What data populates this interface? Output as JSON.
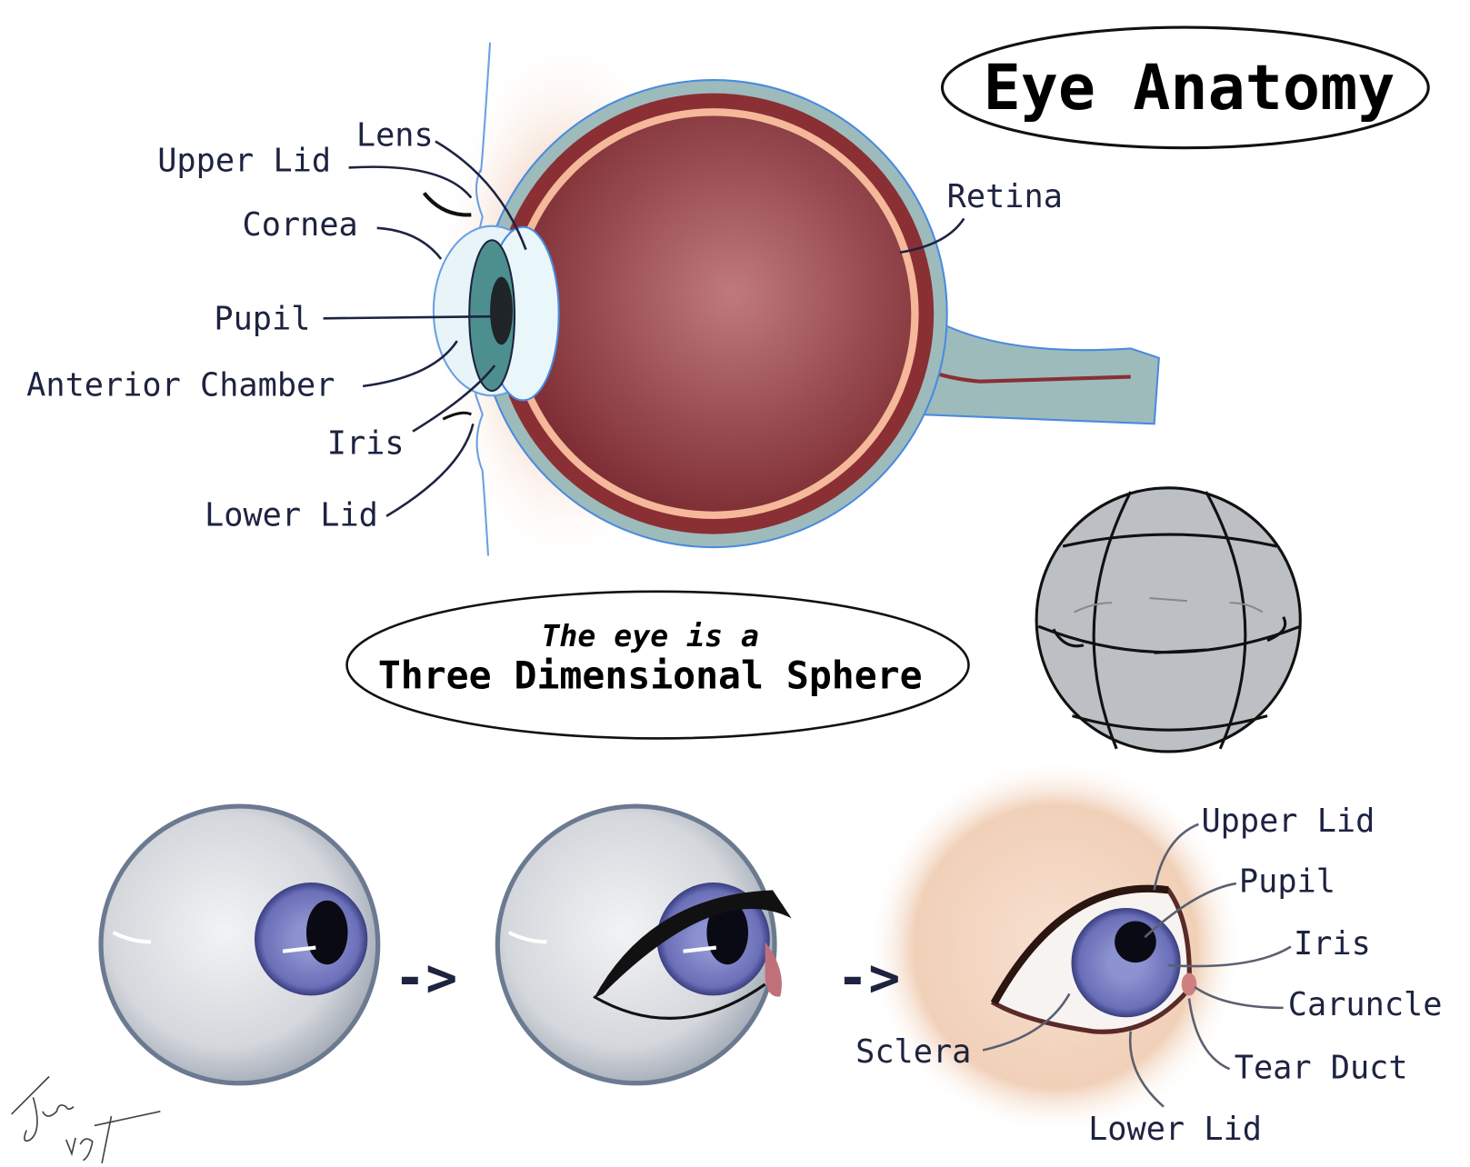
{
  "title": "Eye Anatomy",
  "side_view_labels": {
    "lens": "Lens",
    "upper_lid": "Upper Lid",
    "cornea": "Cornea",
    "pupil": "Pupil",
    "anterior_chamber": "Anterior Chamber",
    "iris": "Iris",
    "lower_lid": "Lower Lid",
    "retina": "Retina"
  },
  "sphere_callout": {
    "line1": "The eye is a",
    "line2": "Three Dimensional Sphere"
  },
  "front_view_labels": {
    "upper_lid": "Upper Lid",
    "pupil": "Pupil",
    "iris": "Iris",
    "caruncle": "Caruncle",
    "tear_duct": "Tear Duct",
    "lower_lid": "Lower Lid",
    "sclera": "Sclera"
  },
  "arrow_glyph": "->",
  "signature": "Julien Voigt",
  "colors": {
    "label": "#1d2340",
    "eyeball_red": "#8a2f34",
    "sclera_rim": "#9dbbbb",
    "iris": "#5b5fa8"
  }
}
